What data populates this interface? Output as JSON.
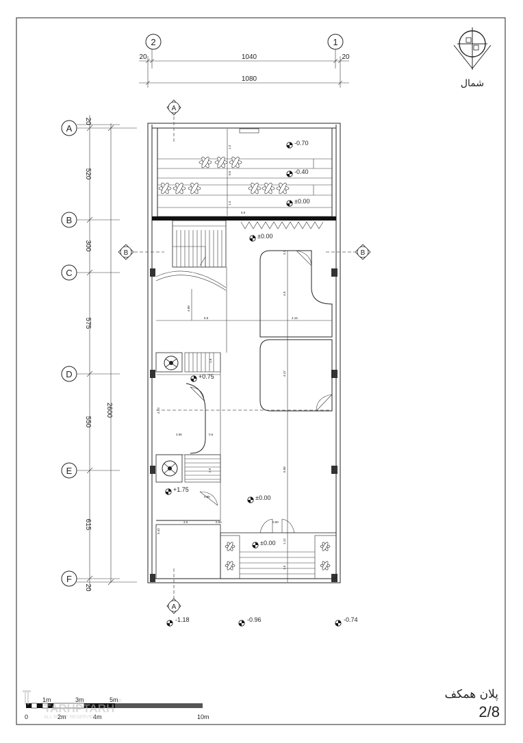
{
  "dimensions": {
    "top_dim_1": "1040",
    "top_dim_2": "1080",
    "top_edge_left": "20",
    "top_edge_right": "20",
    "axis_segments": [
      "520",
      "300",
      "575",
      "550",
      "615"
    ],
    "top_margin": "20",
    "bottom_margin": "20",
    "overall": "2600"
  },
  "grid": {
    "columns": [
      "2",
      "1"
    ],
    "rows": [
      "A",
      "B",
      "C",
      "D",
      "E",
      "F"
    ]
  },
  "sections": {
    "a_top": "A",
    "a_bottom": "A",
    "b_left": "B",
    "b_right": "B"
  },
  "levels": {
    "l1": "-0.70",
    "l2": "-0.40",
    "l3": "±0.00",
    "l4": "±0.00",
    "l5": "+0.75",
    "l6": "+1.75",
    "l7": "±0.00",
    "l8": "±0.00",
    "site_1": "-1.18",
    "site_2": "-0.96",
    "site_3": "-0.74"
  },
  "inner_dims": {
    "d59": "5.9",
    "d415": "4.15",
    "d488": "4.88",
    "d266": "2.66",
    "d06": "0.6",
    "d30": "3.0",
    "d095": "0.95",
    "d090": "0.90",
    "d473": "4.73",
    "d542": "5.42",
    "d447": "4.47",
    "d688": "6.88",
    "d12": "1.2",
    "d18": "1.8",
    "d112": "1.12",
    "d14": "1.4",
    "d05": "0.5",
    "d16": "1.6",
    "d29": "2.9",
    "d40": "4.0",
    "d055": "0.55",
    "d44": "4.4",
    "d33": "3.3"
  },
  "compass": {
    "label": "شمال"
  },
  "scale": {
    "labels_top": [
      "1m",
      "3m",
      "5m"
    ],
    "labels_bottom": [
      "0",
      "2m",
      "4m"
    ],
    "end_label": "10m"
  },
  "watermark": {
    "brand": "TARHPTARH",
    "registered": "®",
    "rights": "ALL RIGHT RESERVED"
  },
  "title": {
    "name": "پلان همکف",
    "page": "2/8"
  }
}
